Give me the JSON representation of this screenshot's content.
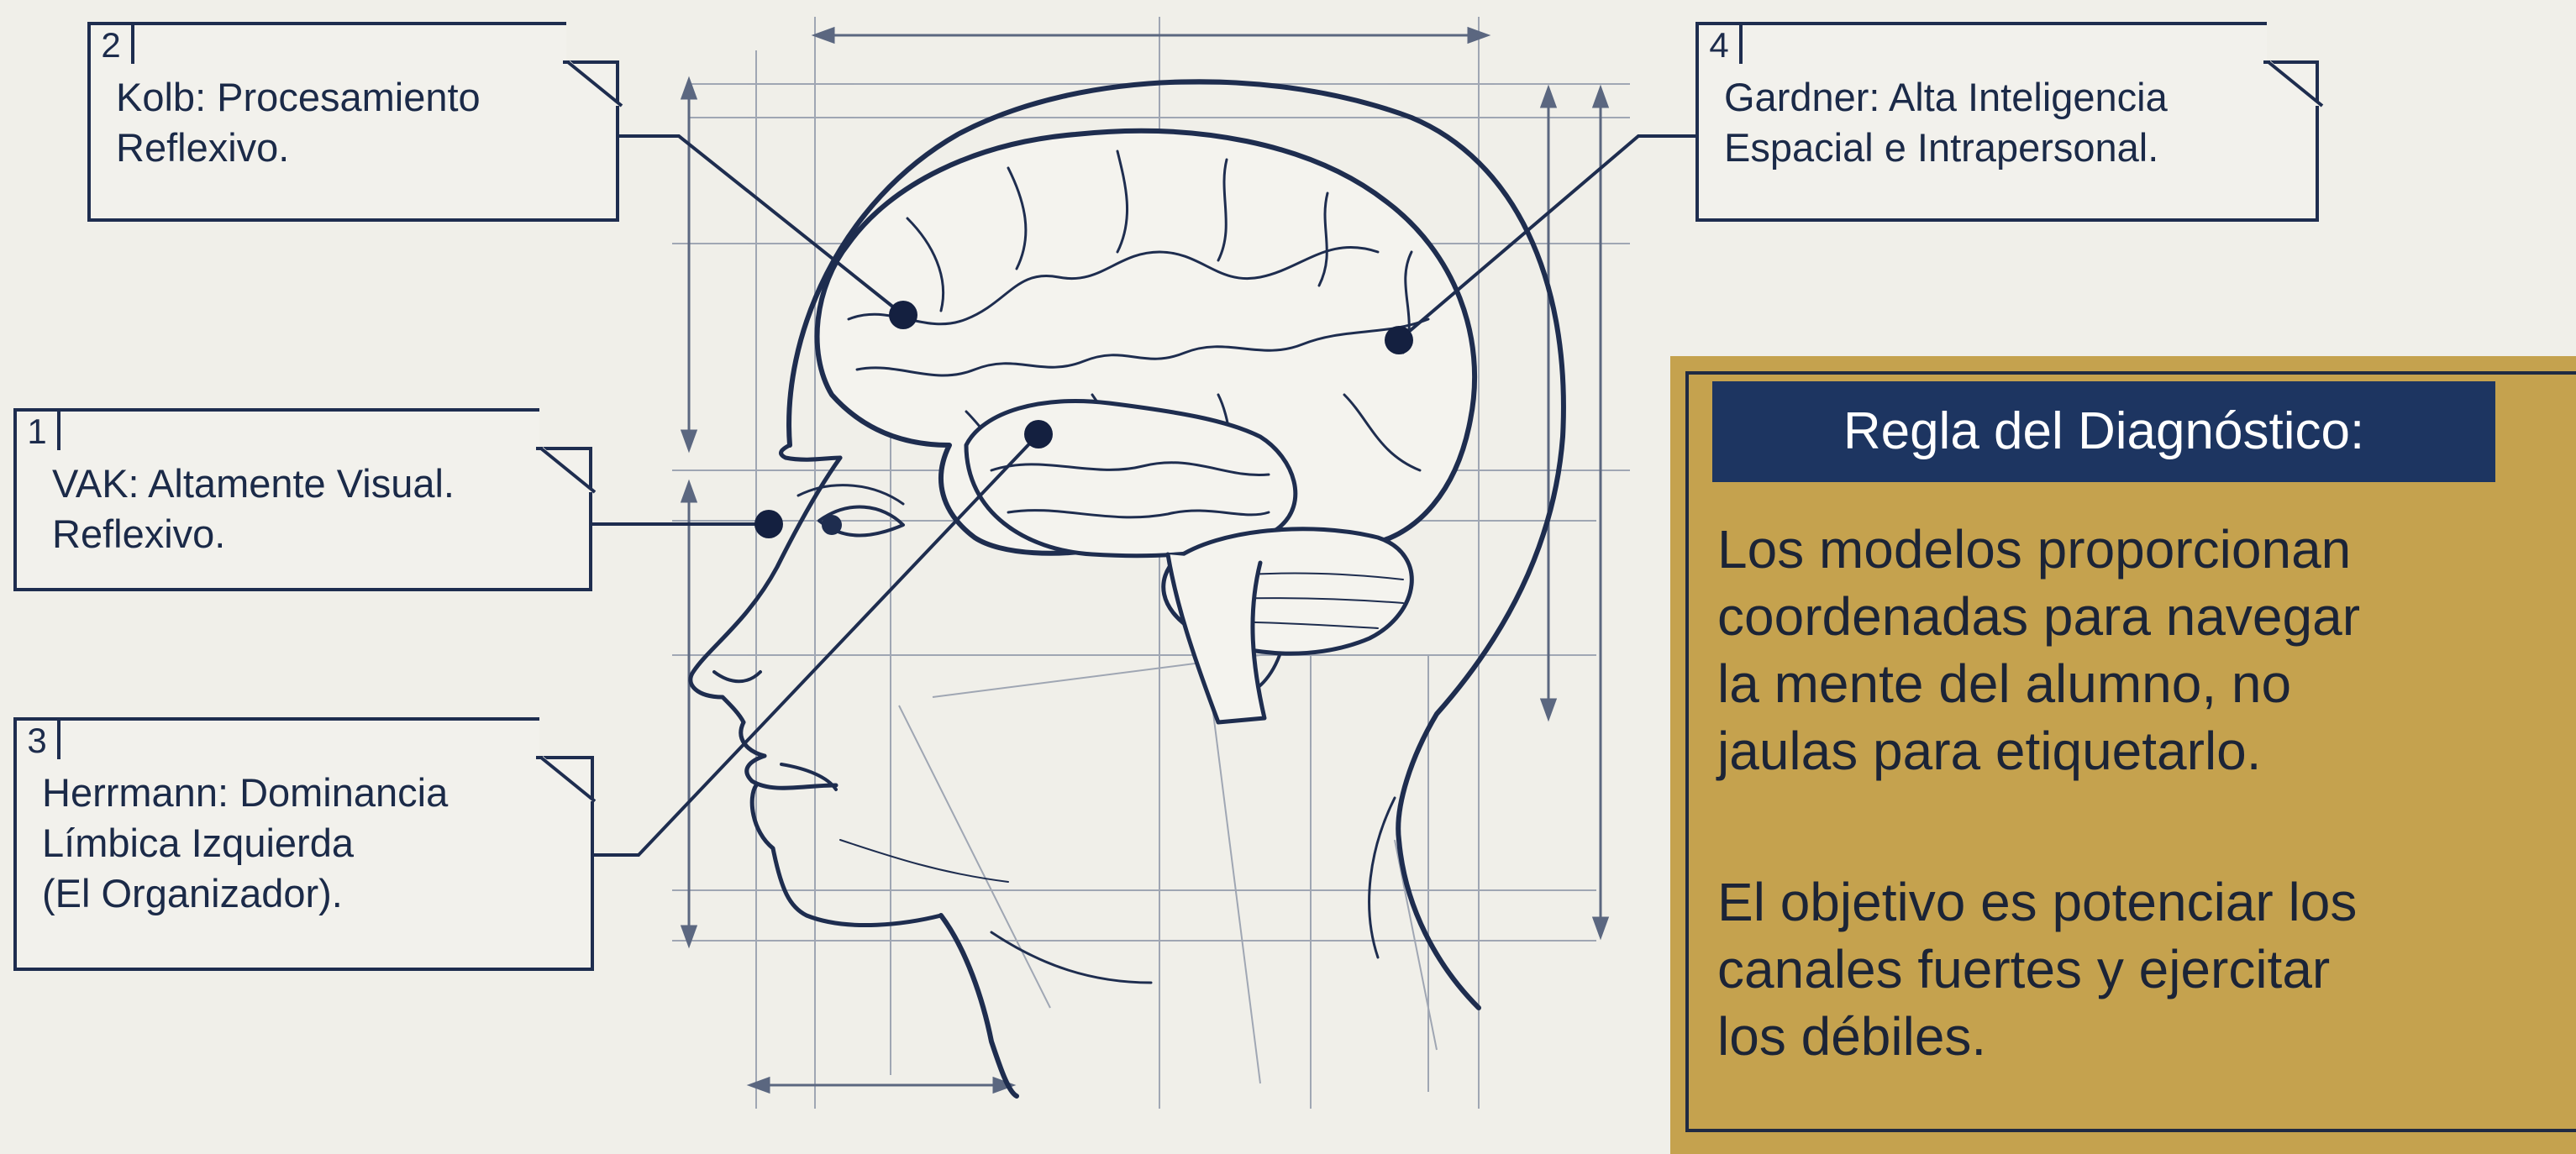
{
  "callouts": [
    {
      "number": "2",
      "text": "Kolb: Procesamiento\nReflexivo."
    },
    {
      "number": "4",
      "text": "Gardner: Alta Inteligencia\nEspacial e Intrapersonal."
    },
    {
      "number": "1",
      "text": "VAK: Altamente Visual.\nReflexivo."
    },
    {
      "number": "3",
      "text": "Herrmann: Dominancia\nLímbica Izquierda\n(El Organizador)."
    }
  ],
  "rule": {
    "title": "Regla del Diagnóstico:",
    "paragraph1": "Los modelos proporcionan\ncoordenadas para navegar\nla mente del alumno, no\njaulas para etiquetarlo.",
    "paragraph2": "El objetivo es potenciar los\ncanales fuertes y ejercitar\nlos débiles."
  },
  "colors": {
    "background": "#f0efe9",
    "ink": "#1e2d4f",
    "panel": "#c5a24e",
    "header": "#1d3561"
  }
}
